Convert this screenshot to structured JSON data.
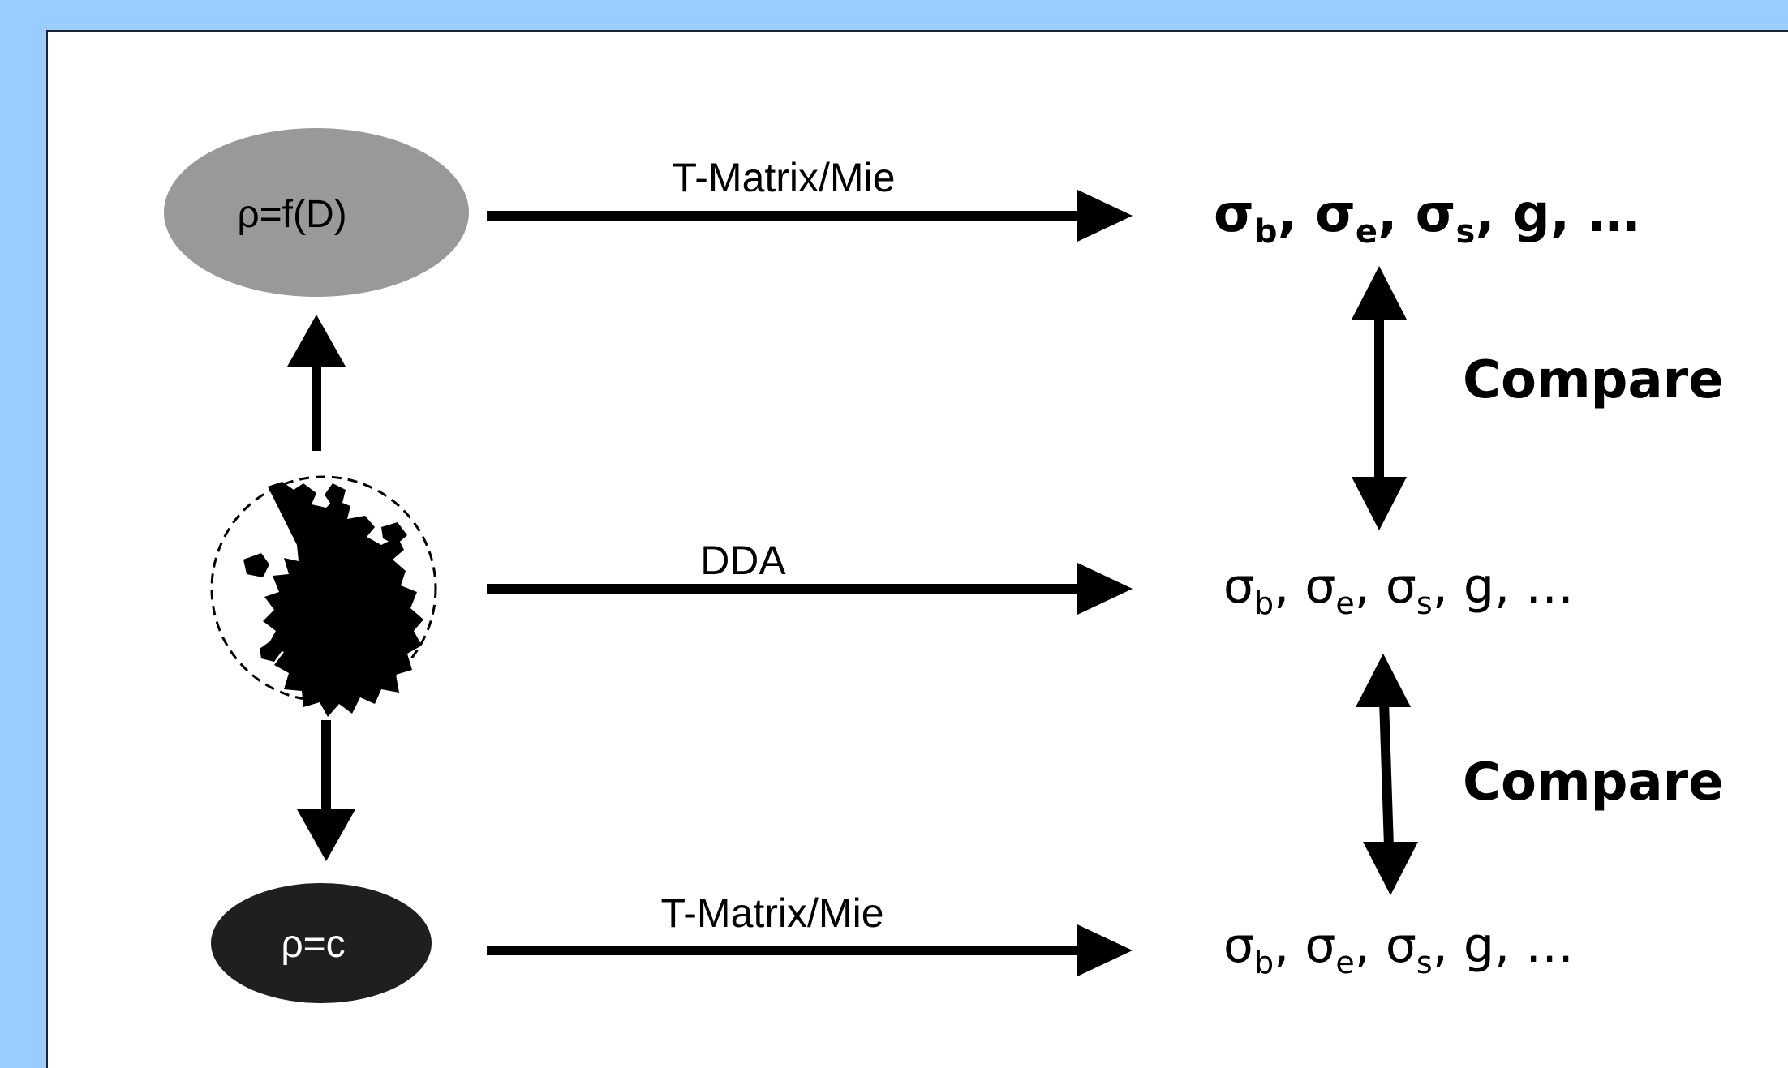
{
  "colors": {
    "background": "#99ccff",
    "panel": "#ffffff",
    "ellipse_top": "#999999",
    "ellipse_bottom": "#1f1f1f",
    "ink": "#000000"
  },
  "nodes": {
    "top_ellipse_label": "ρ=f(D)",
    "bottom_ellipse_label": "ρ=c",
    "aggregate_icon": "fractal-aggregate-icon"
  },
  "methods": {
    "top": "T-Matrix/Mie",
    "middle": "DDA",
    "bottom": "T-Matrix/Mie"
  },
  "results": {
    "sigma": "σ",
    "sub_b": "b",
    "sub_e": "e",
    "sub_s": "s",
    "sep": ", ",
    "tail": "g, …"
  },
  "compare": {
    "upper": "Compare",
    "lower": "Compare"
  }
}
